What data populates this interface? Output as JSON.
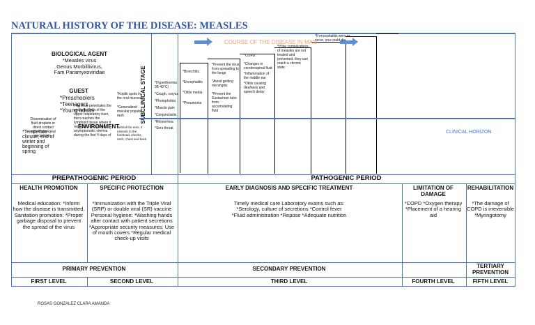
{
  "title": "NATURAL HISTORY OF THE DISEASE: MEASLES",
  "triad": {
    "agent_heading": "BIOLOGICAL AGENT",
    "agent_lines": [
      "*Measles virus",
      "Genus Morbillivirus,",
      "Fam Paramyxoviridae"
    ],
    "guest_heading": "GUEST",
    "guest_lines": [
      "*Preschoolers",
      "*Teenagers",
      "*Young adults"
    ],
    "environment_heading": "ENVIRONMENT",
    "environment_lines": [
      "*Temperate climate, end of winter and beginning of spring"
    ],
    "transmission": "Dissemination of fluid droplets or direct contact with Pharyngeal secretions.",
    "pathogenesis": "The virus penetrates the epithelial cells of the upper respiratory tract, then reaches the lymphoid tissue where it reproduces, causing asymptomatic viremia during the first 4 days of",
    "koplik": "*Koplik spots in the oral mucosa",
    "rash": "*Generalized macular popular rash",
    "rash_spread": "Behind the ears, it extends to the forehead, cheeks, neck, chest and back"
  },
  "stage_label": "SUBCLINICAL STAGE",
  "course_label": "COURSE OF THE DISEASE IN MAN",
  "clinical_horizon": "CLINICAL HORIZON",
  "signs": [
    "*Hyperthermia 38-40°C)",
    "*Cough, coryza",
    "*Photophobia",
    "*Muscle pain",
    "*Conjunctivitis",
    "*Rhinorrhea",
    "*Sore throat"
  ],
  "complications": {
    "col1": [
      "*Bronchitis.",
      "*Encephalitis",
      "*Otitis media",
      "*Pneumonia"
    ],
    "col2": [
      "*Prevent the virus from spreading to the lungs",
      "*Avoid getting meningitis",
      "*Prevent the Eustachian tube from accumulating fluid"
    ],
    "col3": [
      "*COPD.",
      "*Changes in cerebrospinal fluid",
      "*Inflammation of the middle ear",
      "*Otitis causing deafness and speech delay"
    ],
    "col4": "*If the complications of measles are not treated and prevented, they can reach a chronic state",
    "col5": "*If encephalitis were to occur, you could die."
  },
  "periods": {
    "prepathogenic": "PREPATHOGENIC PERIOD",
    "pathogenic": "PATHOGENIC PERIOD"
  },
  "columns": {
    "health_promotion": "HEALTH PROMOTION",
    "specific_protection": "SPECIFIC PROTECTION",
    "early_diagnosis": "EARLY DIAGNOSIS AND SPECIFIC TREATMENT",
    "limitation": "LIMITATION OF DAMAGE",
    "rehabilitation": "REHABILITATION"
  },
  "cells": {
    "health_promotion": "Medical education: *Inform how the disease is transmitted. Sanitation promotion: *Proper garbage disposal to prevent the spread of the virus",
    "specific_protection": "*Immunization with the Triple Viral (SRP) or double viral (SR) vaccine Personal hygiene: *Washing hands after contact with patient secretions *Appropriate security measures: Use of mouth covers *Regular medical check-up visits",
    "early_diagnosis": "Timely medical care Laboratory exams such as: *Serology, culture of secretions *Control fever *Fluid administration *Repose *Adequate nutrition",
    "limitation": "*COPD *Oxygen therapy *Placement of a hearing aid",
    "rehabilitation": "*The damage of COPD is irreversible *Myringotomy"
  },
  "prevention": {
    "primary": "PRIMARY PREVENTION",
    "secondary": "SECONDARY PREVENTION",
    "tertiary": "TERTIARY PREVENTION"
  },
  "levels": {
    "first": "FIRST LEVEL",
    "second": "SECOND LEVEL",
    "third": "THIRD LEVEL",
    "fourth": "FOURTH LEVEL",
    "fifth": "FIFTH LEVEL"
  },
  "author": "ROSAS GONZALEZ CLARA AMANDA",
  "colors": {
    "border": "#4a72c4",
    "title": "#2e56a6",
    "course": "#f3a26a",
    "horizon": "#3c78c8",
    "arrow": "#5b8fd6"
  }
}
